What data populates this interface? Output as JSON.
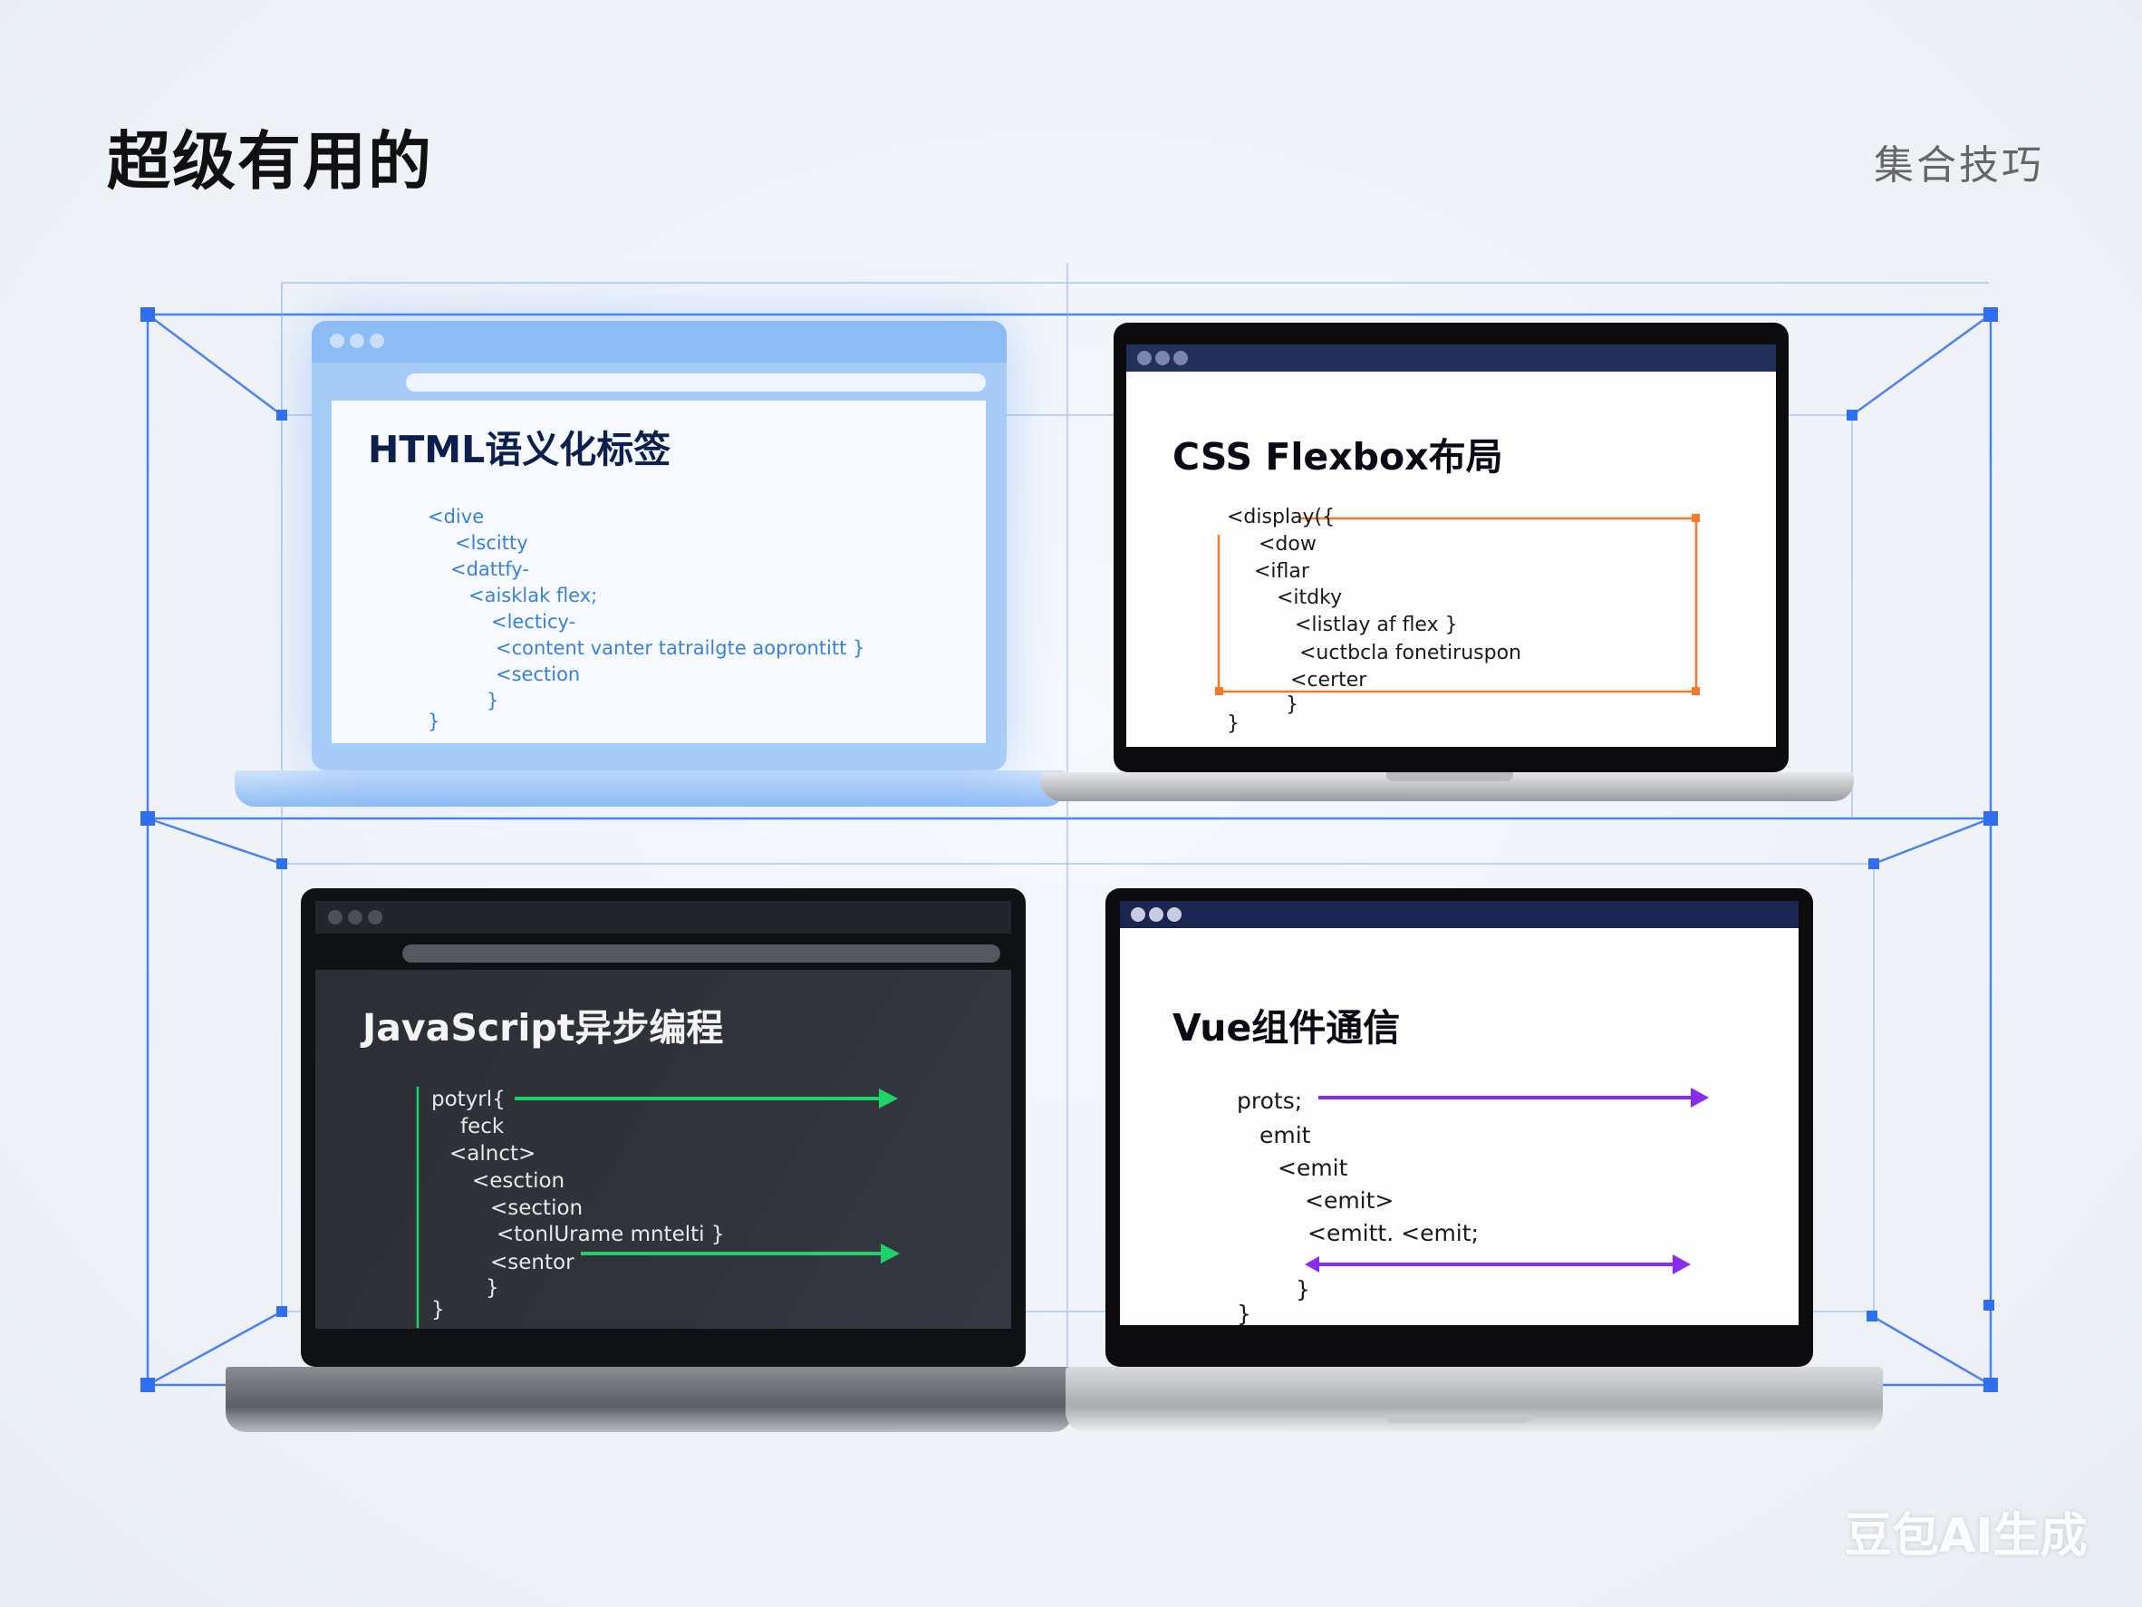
{
  "header": {
    "title": "超级有用的",
    "subtitle": "集合技巧"
  },
  "watermark": "豆包AI生成",
  "colors": {
    "frame": "#2f6ef0",
    "orange": "#f47a2a",
    "green": "#1fd36a",
    "purple": "#8a2cf0",
    "navy": "#0d1f4d"
  },
  "cards": [
    {
      "title": "HTML语义化标签",
      "theme": "light-blue",
      "code": [
        "<dive",
        "<lscitty",
        "<dattfy-",
        "<aisklak flex;",
        "<lecticy-",
        "<content vanter tatrailgte aoprontitt }",
        "<section",
        "}",
        "}"
      ]
    },
    {
      "title": "CSS Flexbox布局",
      "theme": "silver",
      "code": [
        "<display({",
        "<dow",
        "<iflar",
        "<itdky",
        "<listlay af flex }",
        "<uctbcla fonetiruspon",
        "<certer",
        "}",
        "}"
      ]
    },
    {
      "title": "JavaScript异步编程",
      "theme": "dark",
      "code": [
        "potyrl{",
        "feck",
        "<alnct>",
        "<esction",
        "<section",
        "<tonlUrame mntelti }",
        "<sentor",
        "}",
        "}"
      ]
    },
    {
      "title": "Vue组件通信",
      "theme": "silver",
      "code": [
        "prots;",
        "emit",
        "<emit",
        "<emit>",
        "<emitt. <emit;",
        "}",
        "}"
      ]
    }
  ]
}
